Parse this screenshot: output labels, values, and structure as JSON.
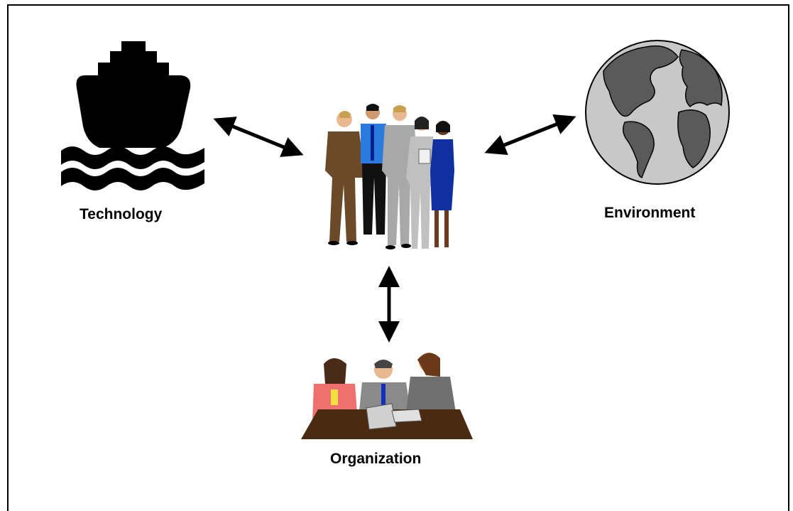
{
  "labels": {
    "technology": "Technology",
    "environment": "Environment",
    "organization": "Organization"
  },
  "colors": {
    "ship": "#000000",
    "globe_ocean": "#c8c8c8",
    "globe_land": "#5a5a5a",
    "table": "#4a2a10",
    "arrow": "#000000"
  },
  "icons": [
    "ship-icon",
    "people-group-icon",
    "globe-icon",
    "meeting-icon"
  ]
}
